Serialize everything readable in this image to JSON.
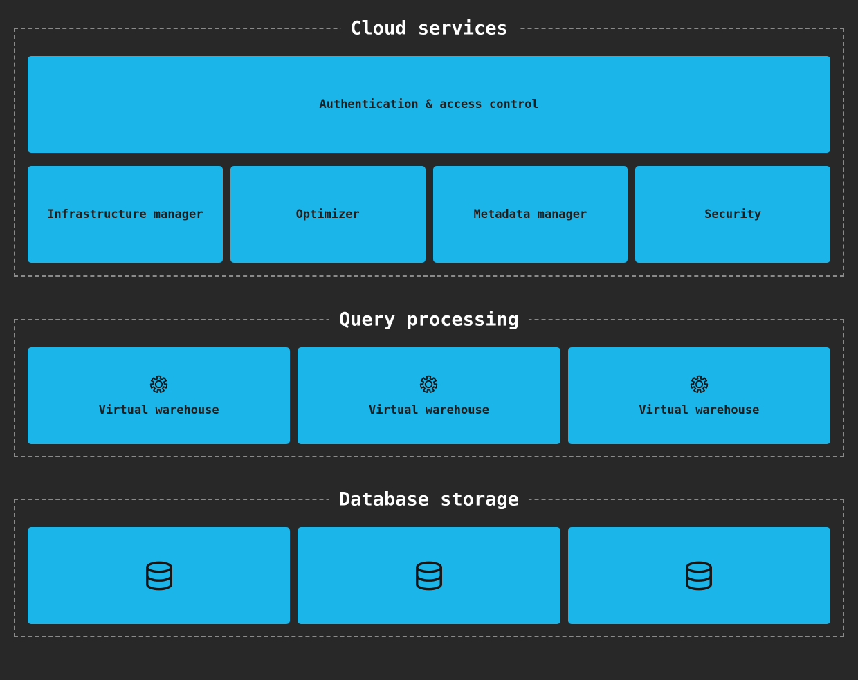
{
  "sections": [
    {
      "title": "Cloud services",
      "boxes": {
        "auth": "Authentication & access control",
        "infrastructure": "Infrastructure manager",
        "optimizer": "Optimizer",
        "metadata": "Metadata manager",
        "security": "Security"
      }
    },
    {
      "title": "Query processing",
      "warehouses": [
        {
          "label": "Virtual warehouse",
          "icon": "gear-icon"
        },
        {
          "label": "Virtual warehouse",
          "icon": "gear-icon"
        },
        {
          "label": "Virtual warehouse",
          "icon": "gear-icon"
        }
      ]
    },
    {
      "title": "Database storage",
      "databases": [
        {
          "icon": "database-icon"
        },
        {
          "icon": "database-icon"
        },
        {
          "icon": "database-icon"
        }
      ]
    }
  ],
  "colors": {
    "background": "#282828",
    "panel_border": "#8a8a8a",
    "box_fill": "#1cb5e9",
    "title_text": "#ffffff",
    "box_text": "#1f1f1f",
    "icon_stroke": "#161616"
  }
}
